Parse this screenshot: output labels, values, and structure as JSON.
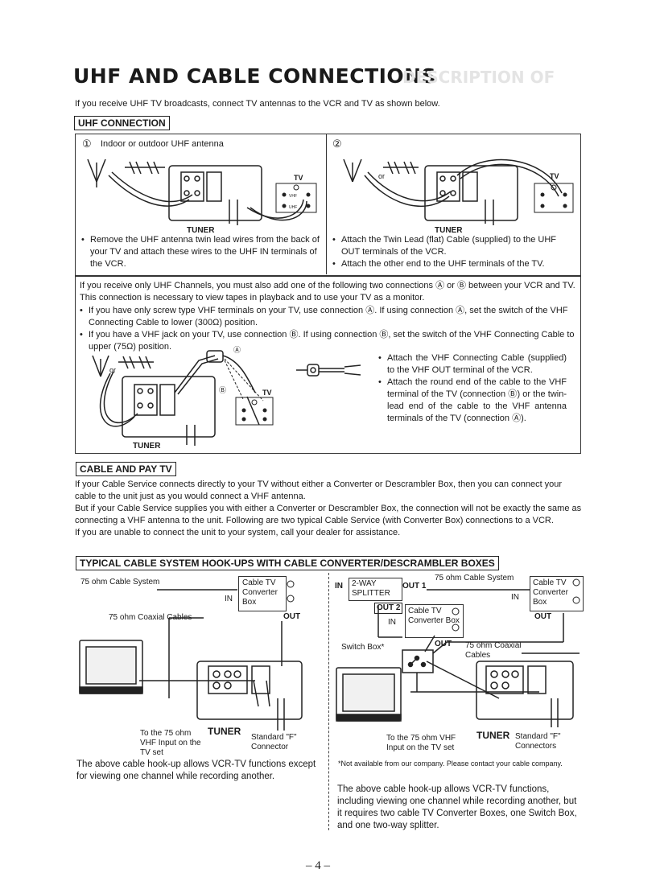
{
  "page": {
    "title": "UHF AND CABLE CONNECTIONS",
    "ghost_title": "DESCRIPTION OF",
    "intro": "If you receive UHF TV broadcasts, connect TV antennas to the VCR and TV as shown below.",
    "page_number": "– 4 –"
  },
  "uhf": {
    "heading": "UHF CONNECTION",
    "panel1": {
      "number": "①",
      "caption": "Indoor or outdoor UHF antenna",
      "tv_label": "TV",
      "tuner_label": "TUNER",
      "bullet": "Remove the UHF antenna twin lead wires from the back of your TV and attach these wires to the UHF IN terminals of the VCR."
    },
    "panel2": {
      "number": "②",
      "or_label": "or",
      "tv_label": "TV",
      "tuner_label": "TUNER",
      "bullets": [
        "Attach the Twin Lead (flat) Cable (supplied) to the UHF OUT terminals of the VCR.",
        "Attach the other end to the UHF terminals of the TV."
      ]
    },
    "vhf_note": {
      "para": "If you receive only UHF Channels, you must also add one of the following two connections Ⓐ or Ⓑ between your VCR and TV. This connection is necessary to view tapes in playback and to use your TV as a monitor.",
      "bullets": [
        "If you have only screw type VHF terminals on your TV, use connection Ⓐ. If using connection Ⓐ, set the switch of the VHF Connecting Cable to lower (300Ω) position.",
        "If you have a VHF jack on your TV, use connection Ⓑ. If using connection Ⓑ, set the switch of the VHF Connecting Cable to upper (75Ω) position."
      ],
      "label_a": "Ⓐ",
      "label_b": "Ⓑ",
      "tv_label": "TV",
      "tuner_label": "TUNER",
      "or_label": "or",
      "right_bullets": [
        "Attach the VHF Connecting Cable (supplied) to the VHF OUT terminal of the VCR.",
        "Attach the round end of the cable to the VHF terminal of the TV (connection Ⓑ) or the twin-lead end of the cable to the VHF antenna terminals of the TV (connection Ⓐ)."
      ]
    }
  },
  "cable": {
    "heading": "CABLE AND PAY TV",
    "paragraphs": [
      "If your Cable Service connects directly to your TV without either a Converter or Descrambler Box, then you can connect your cable to the unit just as you would connect a VHF antenna.",
      "But if your Cable Service supplies you with either a Converter or Descrambler Box, the connection will not be exactly the same as connecting a VHF antenna to the unit. Following are two typical Cable Service (with Converter Box) connections to a VCR.",
      "If you are unable to connect the unit to your system, call your dealer for assistance."
    ]
  },
  "hookups": {
    "heading": "TYPICAL CABLE SYSTEM HOOK-UPS WITH CABLE CONVERTER/DESCRAMBLER BOXES",
    "left": {
      "system_label": "75 ohm Cable System",
      "converter": "Cable TV Converter Box",
      "in_label": "IN",
      "out_label": "OUT",
      "coax_label": "75 ohm Coaxial Cables",
      "vhf_input": "To the 75 ohm VHF Input on the TV set",
      "tuner_label": "TUNER",
      "connector": "Standard \"F\" Connector",
      "caption": "The above cable hook-up allows VCR-TV functions except for viewing one channel while recording another."
    },
    "right": {
      "in_label": "IN",
      "splitter": "2-WAY SPLITTER",
      "out1": "OUT 1",
      "out2": "OUT 2",
      "system_label": "75 ohm Cable System",
      "converter1": "Cable TV Converter Box",
      "converter1_in": "IN",
      "converter1_out": "OUT",
      "converter2": "Cable TV Converter Box",
      "converter2_in": "IN",
      "converter2_out": "OUT",
      "switch_box": "Switch Box*",
      "coax_label": "75 ohm Coaxial Cables",
      "vhf_input": "To the 75 ohm VHF Input on the TV set",
      "tuner_label": "TUNER",
      "connectors": "Standard \"F\" Connectors",
      "footnote": "*Not available from our company. Please contact your cable company.",
      "caption": "The above cable hook-up allows VCR-TV functions, including viewing one channel while recording another, but it requires two cable TV Converter Boxes, one Switch Box, and one two-way splitter."
    }
  }
}
